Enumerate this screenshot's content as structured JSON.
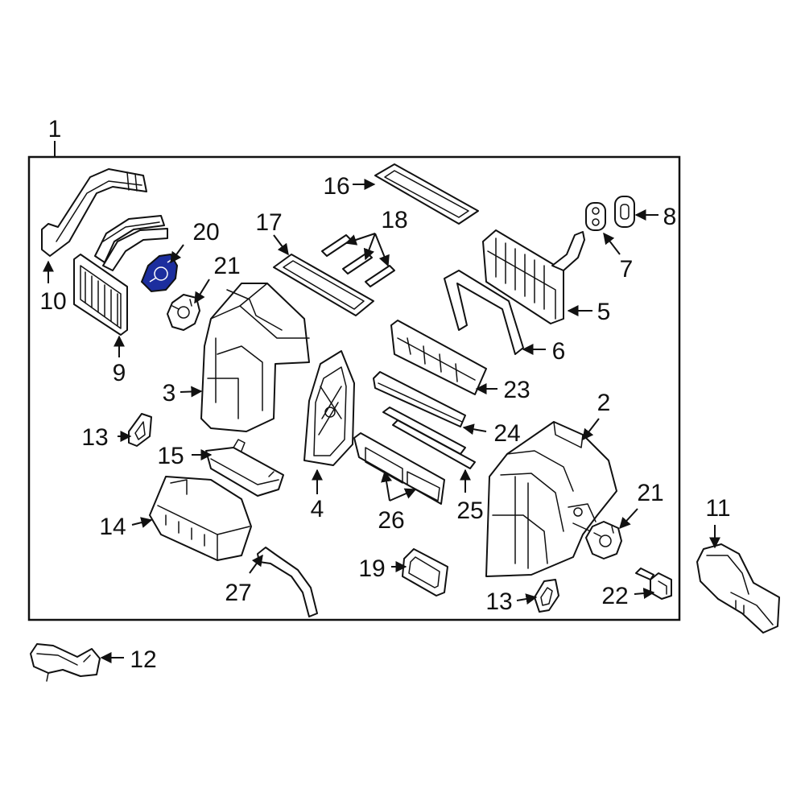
{
  "diagram": {
    "frame_color": "#111111",
    "highlight_color": "#1c2e9e",
    "highlighted_part": "20",
    "labels": {
      "p1": "1",
      "p2": "2",
      "p3": "3",
      "p4": "4",
      "p5": "5",
      "p6": "6",
      "p7": "7",
      "p8": "8",
      "p9": "9",
      "p10": "10",
      "p11": "11",
      "p12": "12",
      "p13a": "13",
      "p13b": "13",
      "p14": "14",
      "p15": "15",
      "p16": "16",
      "p17": "17",
      "p18": "18",
      "p19": "19",
      "p20": "20",
      "p21a": "21",
      "p21b": "21",
      "p22": "22",
      "p23": "23",
      "p24": "24",
      "p25": "25",
      "p26": "26",
      "p27": "27"
    }
  }
}
